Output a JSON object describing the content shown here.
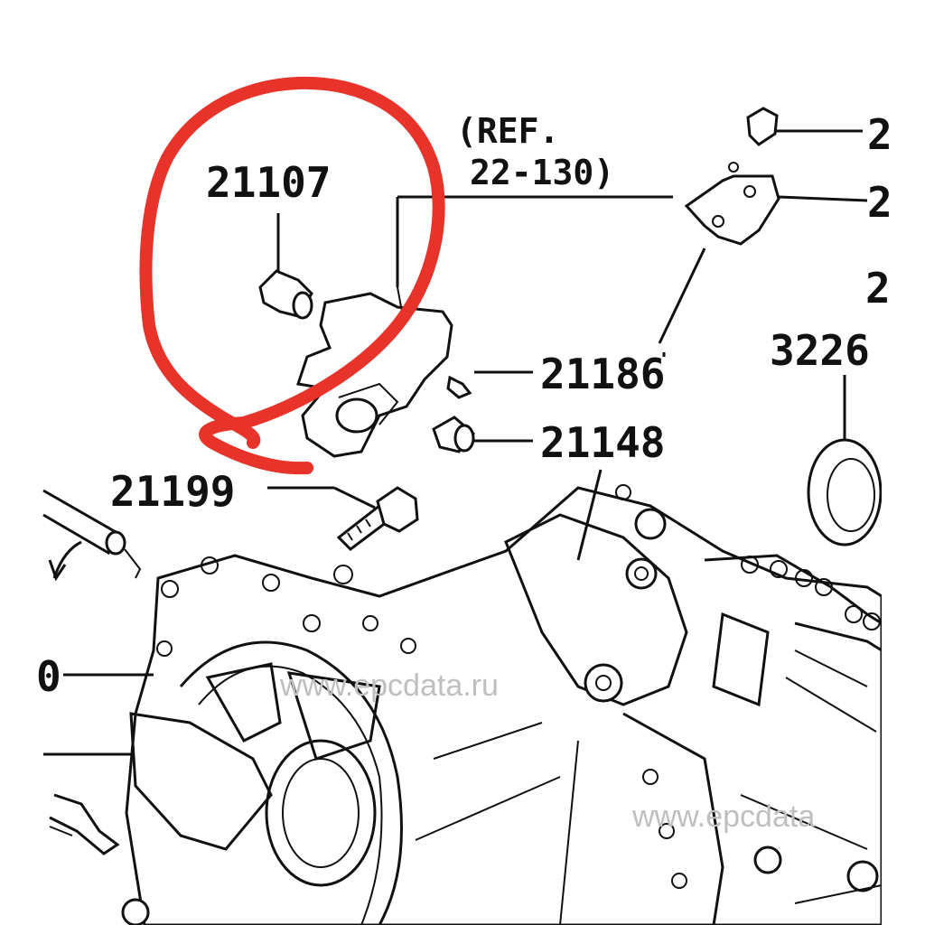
{
  "diagram": {
    "ref_note": {
      "line1": "(REF.",
      "line2": "22-130)"
    },
    "callouts": [
      {
        "id": "21107",
        "label": "21107"
      },
      {
        "id": "21186",
        "label": "21186"
      },
      {
        "id": "21148",
        "label": "21148"
      },
      {
        "id": "21199",
        "label": "21199"
      },
      {
        "id": "3226",
        "label": "3226"
      }
    ],
    "watermark": {
      "text1": "www.epcdata.ru",
      "text2": "www.epcdata"
    },
    "highlight": {
      "color": "#e8332a"
    }
  }
}
